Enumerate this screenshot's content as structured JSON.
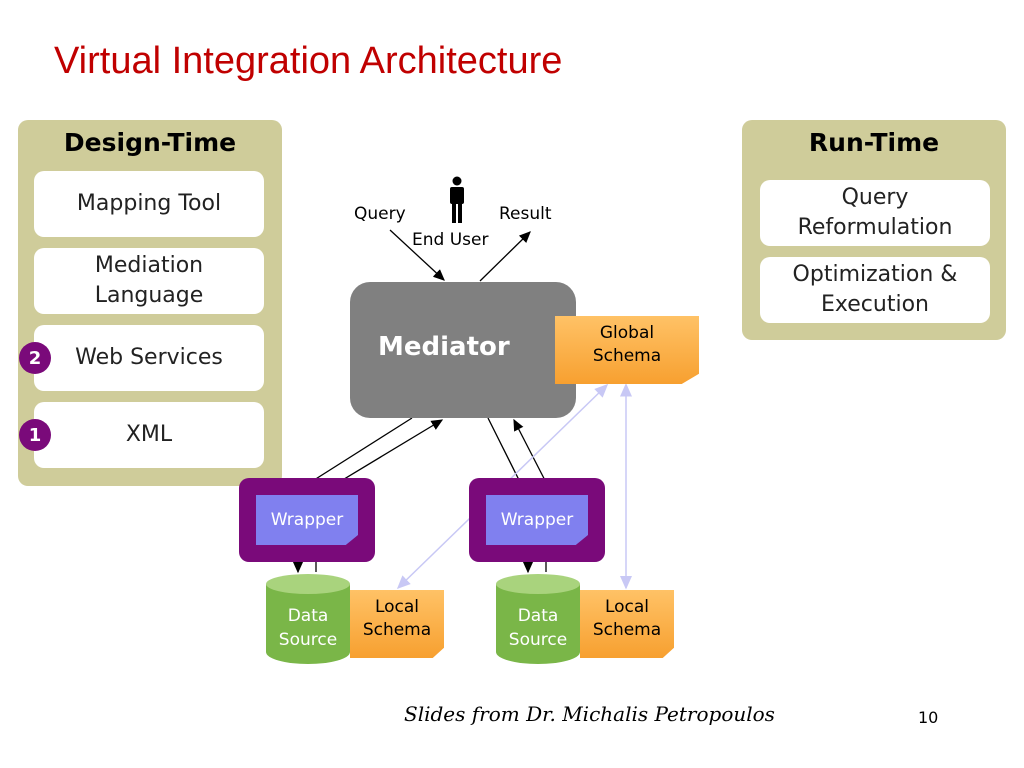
{
  "slide": {
    "title": "Virtual Integration Architecture",
    "footer": "Slides from Dr. Michalis Petropoulos",
    "page_number": "10"
  },
  "design_time": {
    "title": "Design-Time",
    "items": [
      {
        "label": "Mapping Tool",
        "badge": ""
      },
      {
        "label": "Mediation Language",
        "badge": ""
      },
      {
        "label": "Web Services",
        "badge": "2"
      },
      {
        "label": "XML",
        "badge": "1"
      }
    ]
  },
  "run_time": {
    "title": "Run-Time",
    "items": [
      {
        "label": "Query Reformulation"
      },
      {
        "label": "Optimization & Execution"
      }
    ]
  },
  "diagram": {
    "query_label": "Query",
    "result_label": "Result",
    "end_user_label": "End User",
    "mediator_label": "Mediator",
    "global_schema_label": "Global Schema",
    "wrappers": [
      {
        "label": "Wrapper",
        "data_source": "Data Source",
        "schema": "Local Schema"
      },
      {
        "label": "Wrapper",
        "data_source": "Data Source",
        "schema": "Local Schema"
      }
    ]
  },
  "colors": {
    "title": "#c00000",
    "panel": "#cfcc9a",
    "badge": "#7a0a7a",
    "mediator": "#808080",
    "wrapper_frame": "#7a0a7a",
    "wrapper": "#8080ef",
    "schema_note": "#f7a030",
    "data_source": "#7ab648",
    "schema_link": "#c8c8f5"
  },
  "icons": {
    "user": "person-icon"
  }
}
